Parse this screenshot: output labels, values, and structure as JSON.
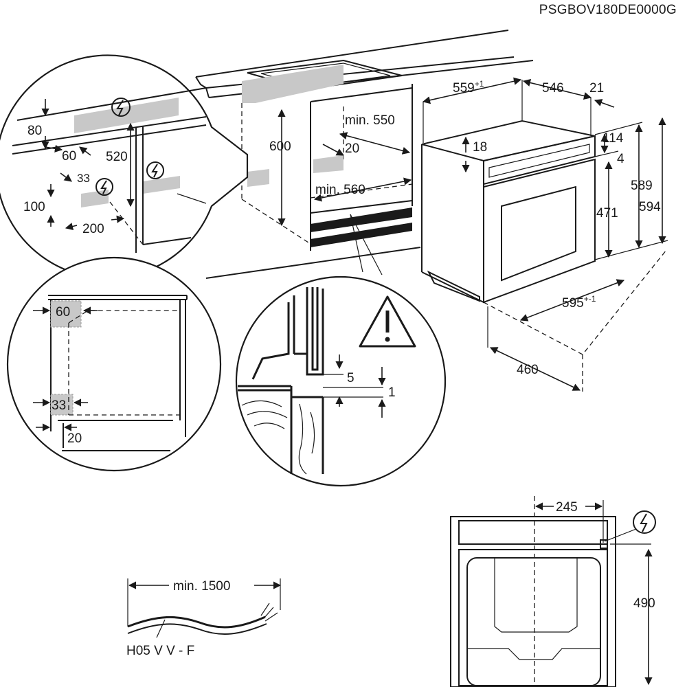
{
  "product_code": "PSGBOV180DE0000G",
  "icons": {
    "electrical": "electrical-connection-icon",
    "warning": "warning-triangle-icon"
  },
  "main_view": {
    "cabinet_height": "600",
    "min_depth_top": "min. 550",
    "rear_gap": "20",
    "min_width": "min. 560",
    "oven_depth_overall": "559",
    "oven_depth_overall_tolerance": "+1",
    "oven_depth_body": "546",
    "front_thickness": "21",
    "top_offset": "18",
    "front_panel_height": "114",
    "panel_step": "4",
    "body_height": "589",
    "overall_height": "594",
    "cavity_height": "471",
    "overall_width": "595",
    "overall_width_tolerance": "+-1",
    "door_open_depth": "460"
  },
  "detail_top_left": {
    "top_clearance": "80",
    "side_clearance": "60",
    "vent_depth": "520",
    "inlet_width": "33",
    "inlet_height": "100",
    "inlet_length": "200"
  },
  "detail_bottom_left": {
    "top_opening": "60",
    "bottom_opening": "33",
    "front_offset": "20"
  },
  "detail_bottom_center": {
    "gap_front": "5",
    "gap_step": "1"
  },
  "cable": {
    "min_length": "min. 1500",
    "type": "H05 V V - F"
  },
  "rear_view": {
    "connection_offset": "245",
    "connection_height": "490"
  }
}
